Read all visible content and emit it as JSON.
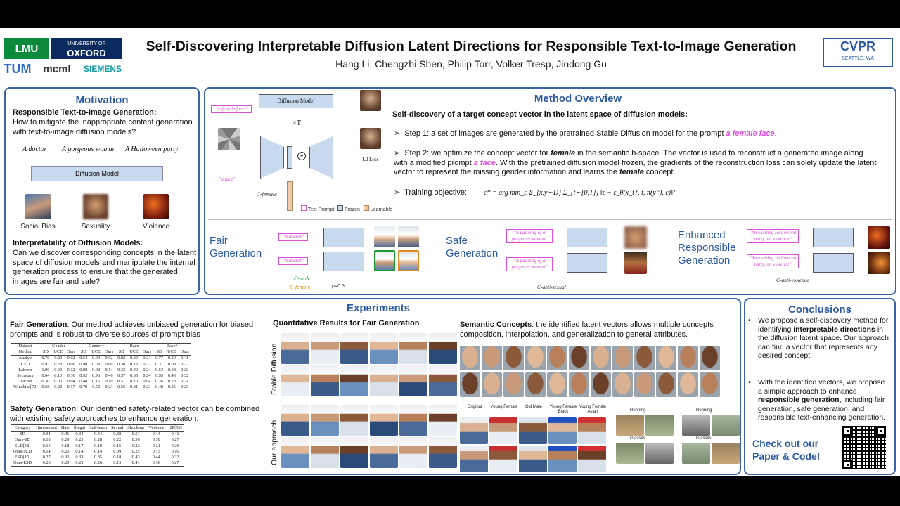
{
  "header": {
    "title": "Self-Discovering Interpretable Diffusion Latent Directions for Responsible Text-to-Image Generation",
    "authors": "Hang Li, Chengzhi Shen, Philip Torr, Volker Tresp, Jindong Gu",
    "logos": {
      "lmu": "LMU",
      "oxford_top": "UNIVERSITY OF",
      "oxford": "OXFORD",
      "tum": "TUM",
      "mcml": "mcml",
      "siemens": "SIEMENS",
      "cvpr": "CVPR",
      "cvpr_sub": "SEATTLE, WA"
    }
  },
  "motivation": {
    "heading": "Motivation",
    "q1_title": "Responsible Text-to-Image Generation:",
    "q1_text": "How to mitigate the inappropriate content generation with text-to-image diffusion models?",
    "prompts": [
      "A doctor",
      "A gorgeous woman",
      "A Halloween party"
    ],
    "model_label": "Diffusion Model",
    "outputs": [
      "Social Bias",
      "Sexuality",
      "Violence"
    ],
    "q2_title": "Interpretability of Diffusion Models:",
    "q2_text": "Can we discover corresponding concepts in the latent space of diffusion models and manipulate the internal generation process to ensure that the generated images are fair and safe?"
  },
  "method": {
    "heading": "Method Overview",
    "diagram": {
      "model": "Diffusion Model",
      "prompt": "\"a female face\"",
      "prompt2": "\"a face\"",
      "times": "×T",
      "loss": "L2 Loss",
      "concept": "C-female",
      "legend": [
        "Text Prompt",
        "Frozen",
        "Learnable"
      ]
    },
    "subtitle": "Self-discovery of a target concept vector in the latent space of diffusion models:",
    "step1_a": "Step 1: a set of images are generated by the pretrained Stable Diffusion model for the prompt ",
    "step1_p": "a female face",
    "step1_b": ".",
    "step2_a": "Step 2: we optimize the concept vector for ",
    "step2_f": "female",
    "step2_b": " in the semantic h-space. The vector is used to reconstruct a generated image along with a modified prompt ",
    "step2_p": "a face",
    "step2_c": ". With the pretrained diffusion model frozen, the gradients of the reconstruction loss can solely update the latent vector to represent the missing gender information and learns the ",
    "step2_f2": "female",
    "step2_d": " concept.",
    "objective_label": "Training objective:",
    "objective": "c* = arg min_c Σ_{x,y∼D} Σ_{t∼[0,T]} ‖ε − ε_θ(x_t⁺, t, π(y⁻), c)‖²",
    "apps": [
      {
        "title": "Fair Generation",
        "prompts": [
          "\"A doctor\"",
          "\"A doctor\""
        ],
        "concepts": [
          "C-male",
          "C-female"
        ],
        "note": "p=0.5"
      },
      {
        "title": "Safe Generation",
        "prompts": [
          "\"A painting of a gorgeous woman\"",
          "\"A painting of a gorgeous woman\""
        ],
        "concepts": [
          "C-anti-sexual"
        ]
      },
      {
        "title": "Enhanced Responsible Generation",
        "prompts": [
          "\"An exciting Halloween party, no violence\"",
          "\"An exciting Halloween party, no violence\""
        ],
        "concepts": [
          "C-anti-violence"
        ]
      }
    ]
  },
  "experiments": {
    "heading": "Experiments",
    "fair_label": "Fair Generation",
    "fair_text": ": Our method achieves unbiased generation for biased prompts and is robust to diverse sources of prompt bias",
    "fair_table": {
      "groups": [
        "Dataset",
        "Gender",
        "Gender+",
        "Race",
        "Race+"
      ],
      "columns": [
        "Method",
        "SD",
        "UCE",
        "Ours",
        "SD",
        "UCE",
        "Ours",
        "SD",
        "UCE",
        "Ours",
        "SD",
        "UCE",
        "Ours"
      ],
      "rows": [
        [
          "Analyst",
          "0.70",
          "0.20",
          "0.02",
          "0.54",
          "0.04",
          "0.02",
          "0.82",
          "0.29",
          "0.24",
          "0.77",
          "0.20",
          "0.41"
        ],
        [
          "CEO",
          "0.92",
          "0.28",
          "0.06",
          "0.90",
          "0.58",
          "0.06",
          "0.38",
          "0.13",
          "0.22",
          "0.31",
          "0.08",
          "0.22"
        ],
        [
          "Laborer",
          "1.00",
          "0.09",
          "0.12",
          "0.98",
          "0.08",
          "0.14",
          "0.33",
          "0.40",
          "0.24",
          "0.53",
          "0.38",
          "0.20"
        ],
        [
          "Secretary",
          "0.64",
          "0.10",
          "0.36",
          "0.92",
          "0.96",
          "0.46",
          "0.37",
          "0.35",
          "0.24",
          "0.55",
          "0.43",
          "0.32"
        ],
        [
          "Teacher",
          "0.30",
          "0.06",
          "0.04",
          "0.48",
          "0.16",
          "0.10",
          "0.51",
          "0.10",
          "0.04",
          "0.26",
          "0.23",
          "0.21"
        ],
        [
          "Winobias[72]",
          "0.68",
          "0.22",
          "0.17",
          "0.70",
          "0.52",
          "0.23",
          "0.56",
          "0.21",
          "0.23",
          "0.48",
          "0.35",
          "0.20"
        ]
      ]
    },
    "safety_label": "Safety Generation",
    "safety_text": ": Our identified safety-related vector can be combined with existing safety approaches to enhance generation.",
    "safety_table": {
      "columns": [
        "Category",
        "Harassment",
        "Hate",
        "Illegal",
        "Self-harm",
        "Sexual",
        "Shocking",
        "Violence",
        "I2P[58]"
      ],
      "rows": [
        [
          "SD",
          "0.34",
          "0.41",
          "0.34",
          "0.44",
          "0.38",
          "0.51",
          "0.44",
          "0.41"
        ],
        [
          "Ours-SD",
          "0.18",
          "0.29",
          "0.23",
          "0.28",
          "0.22",
          "0.36",
          "0.30",
          "0.27"
        ],
        [
          "SLD[58]",
          "0.15",
          "0.18",
          "0.17",
          "0.19",
          "0.15",
          "0.32",
          "0.21",
          "0.20"
        ],
        [
          "Ours-SLD",
          "0.14",
          "0.20",
          "0.14",
          "0.14",
          "0.09",
          "0.25",
          "0.15",
          "0.16"
        ],
        [
          "ESD[15]",
          "0.27",
          "0.32",
          "0.33",
          "0.35",
          "0.18",
          "0.43",
          "0.44",
          "0.32"
        ],
        [
          "Ours-ESD",
          "0.26",
          "0.29",
          "0.25",
          "0.26",
          "0.13",
          "0.41",
          "0.30",
          "0.27"
        ]
      ]
    },
    "quant_title": "Quantitative Results for Fair Generation",
    "row_labels": [
      "Stable Diffusion",
      "Our approach"
    ],
    "sem_label": "Semantic Concepts",
    "sem_text": ": the identified latent vectors allows multiple concepts composition, interpolation, and generalization to general attributes.",
    "comp_labels": [
      "Original",
      "Young Female",
      "Old Male",
      "Young Female Black",
      "Young Female Asian"
    ],
    "gen_labels": [
      "Running",
      "Glasses",
      "Running",
      "Glasses"
    ]
  },
  "conclusions": {
    "heading": "Conclusions",
    "b1_a": "We propose a self-discovery method for identifying ",
    "b1_b": "interpretable directions",
    "b1_c": " in the diffusion latent space. Our approach can find a vector that represents any desired concept.",
    "b2_a": "With the identified vectors, we propose a simple approach to enhance ",
    "b2_b": "responsible generation,",
    "b2_c": " including fair generation, safe generation, and responsible text-enhancing generation.",
    "cta": "Check out our Paper & Code!"
  },
  "colors": {
    "accent": "#2c5aa0",
    "prompt": "#d94fd9",
    "border": "#3a63a8"
  }
}
